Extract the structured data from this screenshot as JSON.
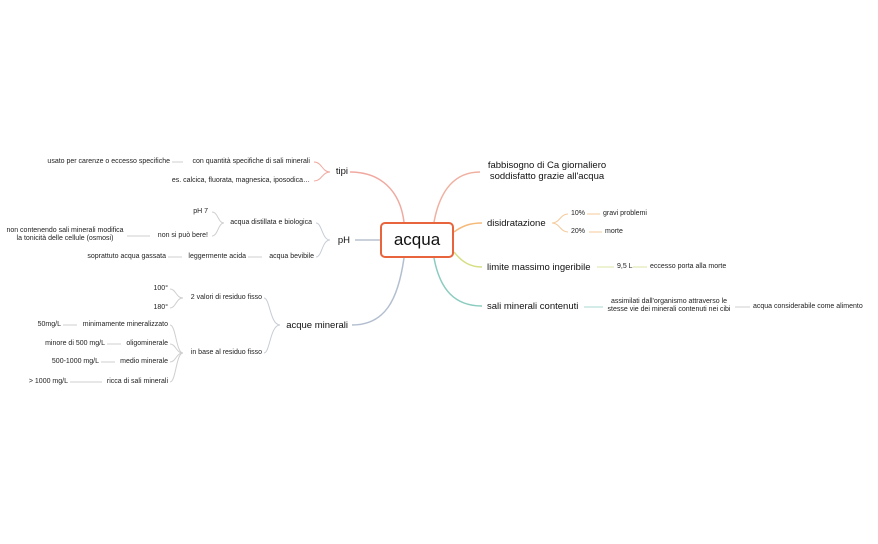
{
  "root": "acqua",
  "left": {
    "tipi": {
      "label": "tipi",
      "specific": "con quantità specifiche di sali minerali",
      "specific_note": "usato per carenze o eccesso specifiche",
      "examples": "es. calcica, fluorata, magnesica, iposodica…"
    },
    "ph": {
      "label": "pH",
      "distilled": "acqua distillata e biologica",
      "ph7": "pH 7",
      "not_drinkable": "non si può bere!",
      "not_drinkable_note_1": "non contenendo sali minerali modifica",
      "not_drinkable_note_2": "la tonicità delle cellule (osmosi)",
      "drinkable": "acqua bevibile",
      "slightly_acid": "leggermente acida",
      "sparkling": "soprattuto acqua gassata"
    },
    "minerali": {
      "label": "acque minerali",
      "residue_values": "2 valori di residuo fisso",
      "v100": "100°",
      "v180": "180°",
      "by_residue": "in base al residuo fisso",
      "classes": [
        {
          "name": "minimamente mineralizzato",
          "range": "50mg/L"
        },
        {
          "name": "oligominerale",
          "range": "minore di 500 mg/L"
        },
        {
          "name": "medio minerale",
          "range": "500-1000 mg/L"
        },
        {
          "name": "ricca di sali minerali",
          "range": "> 1000 mg/L"
        }
      ]
    }
  },
  "right": {
    "calcium_1": "fabbisogno di Ca giornaliero",
    "calcium_2": "soddisfatto grazie all'acqua",
    "dehydration": {
      "label": "disidratazione",
      "p10": "10%",
      "p10_text": "gravi problemi",
      "p20": "20%",
      "p20_text": "morte"
    },
    "limit": {
      "label": "limite massimo ingeribile",
      "value": "9,5 L",
      "excess": "eccesso porta alla morte"
    },
    "salts": {
      "label": "sali minerali contenuti",
      "assim_1": "assimilati dall'organismo attraverso le",
      "assim_2": "stesse vie dei minerali contenuti nei cibi",
      "food": "acqua considerabile come alimento"
    }
  },
  "colors": {
    "root_border": "#e8643c",
    "tipi": "#f0a9a0",
    "ph": "#b9c2cf",
    "minerali": "#b3bfd0",
    "calcium": "#f0b0a0",
    "dehydration": "#f5b97a",
    "limit": "#d6df84",
    "salts": "#8cccc0"
  }
}
